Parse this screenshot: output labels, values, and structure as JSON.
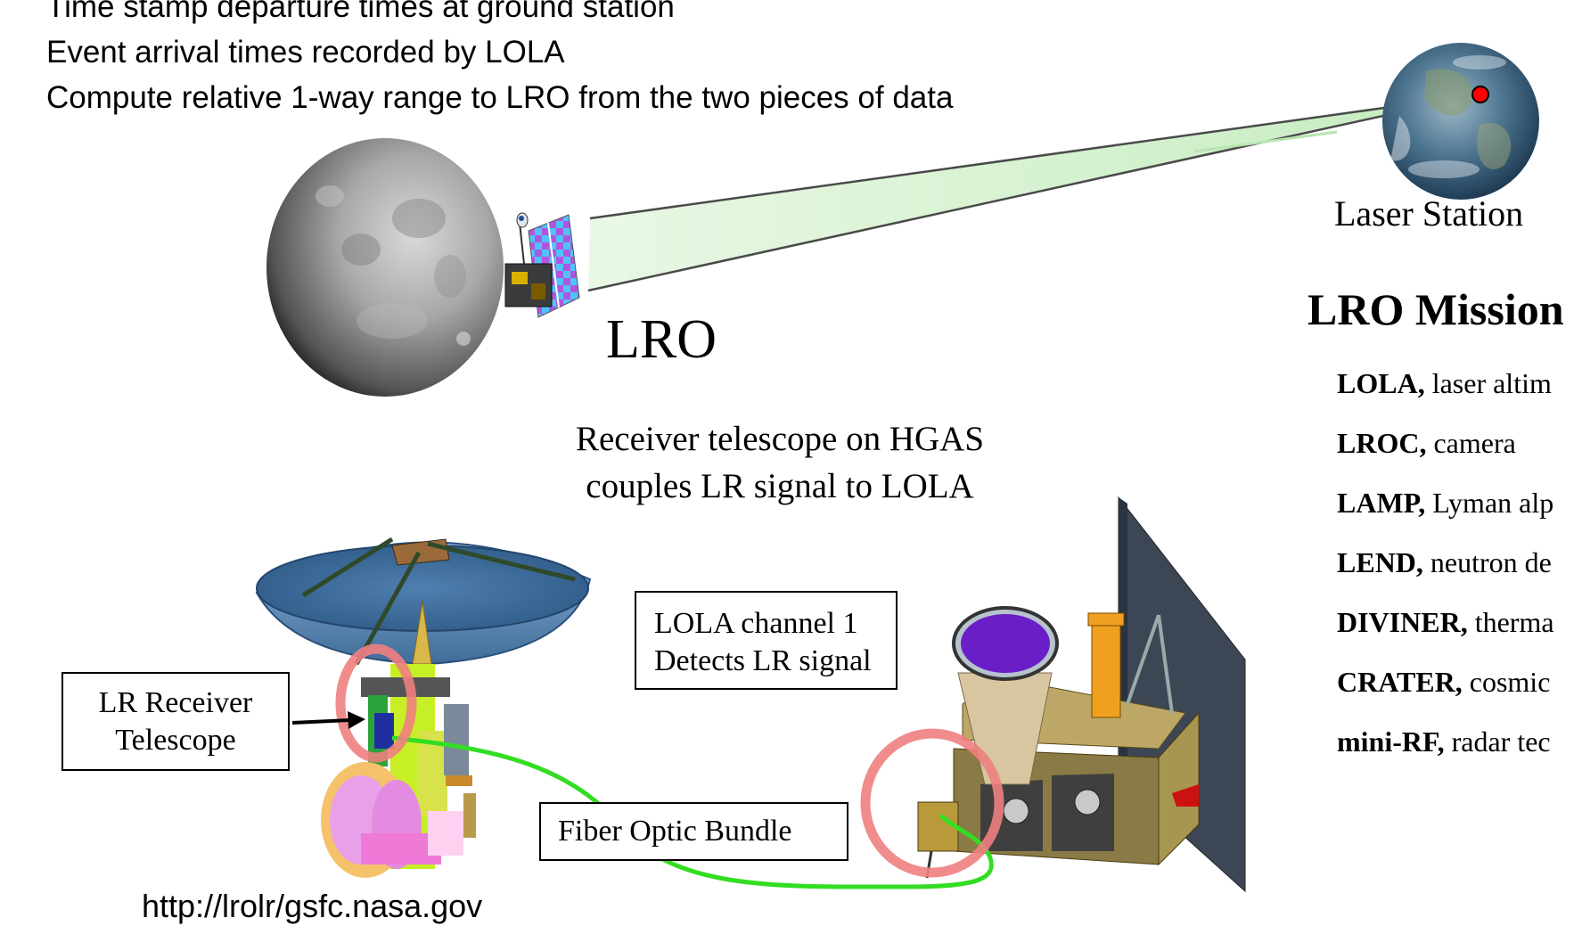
{
  "top_text": {
    "line1": "Time stamp departure times at ground station",
    "line2": "Event arrival times recorded by LOLA",
    "line3": "Compute relative 1-way range to LRO from the two pieces of data"
  },
  "labels": {
    "lro": "LRO",
    "laser_station": "Laser Station",
    "receiver_caption_1": "Receiver telescope on HGAS",
    "receiver_caption_2": "couples LR signal to LOLA",
    "lr_receiver_1": "LR Receiver",
    "lr_receiver_2": "Telescope",
    "lola_channel_1": "LOLA channel 1",
    "lola_channel_2": "Detects LR signal",
    "fiber": "Fiber Optic Bundle",
    "url": "http://lrolr/gsfc.nasa.gov"
  },
  "mission": {
    "title": "LRO Mission",
    "instruments": [
      {
        "name": "LOLA,",
        "desc": "laser altim"
      },
      {
        "name": "LROC,",
        "desc": "camera"
      },
      {
        "name": "LAMP,",
        "desc": "Lyman alp"
      },
      {
        "name": "LEND,",
        "desc": "neutron de"
      },
      {
        "name": "DIVINER,",
        "desc": "therma"
      },
      {
        "name": "CRATER,",
        "desc": "cosmic"
      },
      {
        "name": "mini-RF,",
        "desc": "radar tec"
      }
    ]
  },
  "colors": {
    "beam": "#d6f2cf",
    "fiber": "#33dd22",
    "highlight_ring": "#f08080",
    "station_dot": "#ff0000"
  }
}
